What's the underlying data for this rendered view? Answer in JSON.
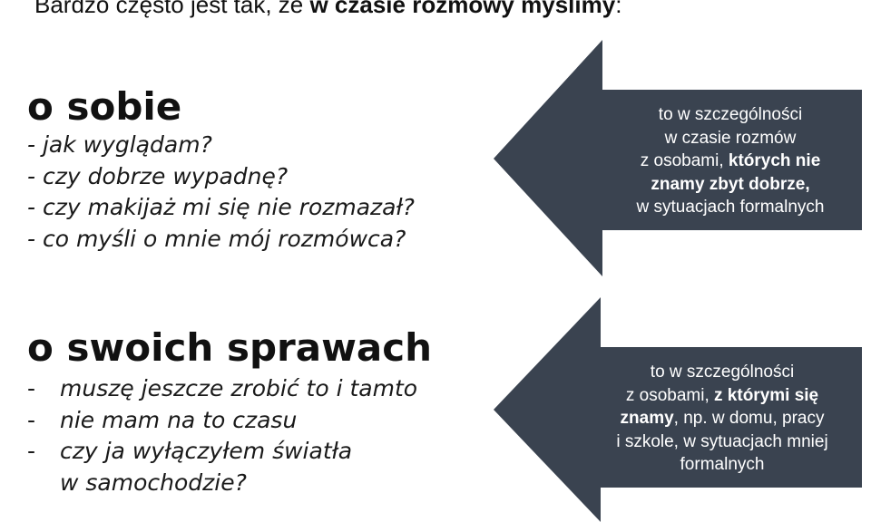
{
  "intro": {
    "prefix": "Bardzo często jest tak, że ",
    "bold": "w czasie rozmowy myślimy",
    "suffix": ":"
  },
  "section1": {
    "heading": "o sobie",
    "items": [
      "- jak wyglądam?",
      "- czy dobrze wypadnę?",
      "- czy makijaż mi się nie rozmazał?",
      "- co myśli o mnie mój rozmówca?"
    ]
  },
  "section2": {
    "heading": "o swoich sprawach",
    "dash": "-",
    "items": [
      "muszę jeszcze zrobić to i tamto",
      "nie mam na to czasu",
      "czy ja wyłączyłem światła",
      "w samochodzie?"
    ]
  },
  "arrow1": {
    "color": "#3a4350",
    "line1": "to w szczególności",
    "line2": "w czasie rozmów",
    "line3_normal": "z osobami, ",
    "line3_bold": "których nie",
    "line4_bold": "znamy zbyt dobrze,",
    "line5": "w sytuacjach formalnych"
  },
  "arrow2": {
    "color": "#3a4350",
    "line1": "to w szczególności",
    "line2_normal": "z osobami, ",
    "line2_bold": "z którymi się",
    "line3_bold": "znamy",
    "line3_normal": ", np. w domu, pracy",
    "line4": "i szkole, w sytuacjach mniej",
    "line5": "formalnych"
  }
}
